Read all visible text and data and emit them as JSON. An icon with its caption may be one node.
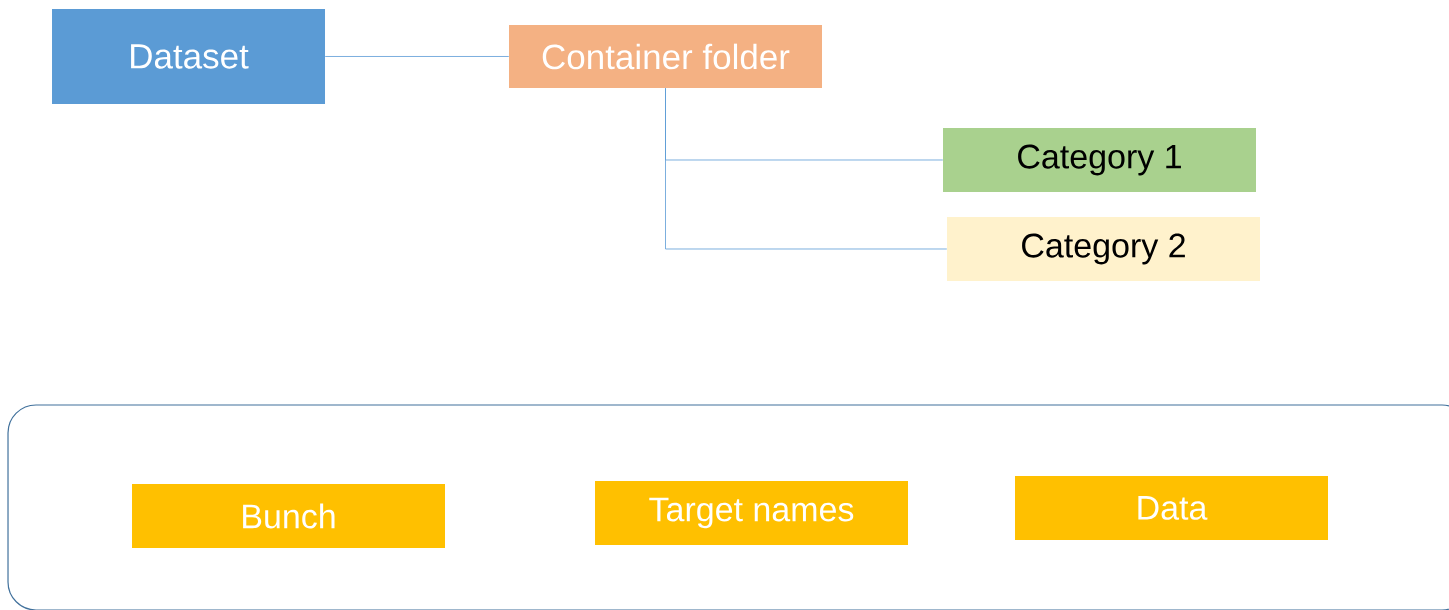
{
  "diagram": {
    "nodes": [
      {
        "text": [
          "Dataset"
        ]
      },
      {
        "text": [
          "Container folder"
        ]
      },
      {
        "text": [
          "Category 1"
        ]
      },
      {
        "text": [
          "Category 2"
        ]
      },
      {
        "text": [],
        "shape": "box"
      },
      {
        "text": [
          "Bunch"
        ],
        "in": 4
      },
      {
        "text": [
          "Target names"
        ],
        "in": 4
      },
      {
        "text": [
          "Data"
        ],
        "in": 4
      }
    ],
    "edges": [
      {
        "from": 0,
        "to": 1,
        "arrow": "none"
      },
      {
        "from": 1,
        "to": 2,
        "arrow": "none"
      },
      {
        "from": 1,
        "to": 3,
        "arrow": "none"
      }
    ]
  }
}
